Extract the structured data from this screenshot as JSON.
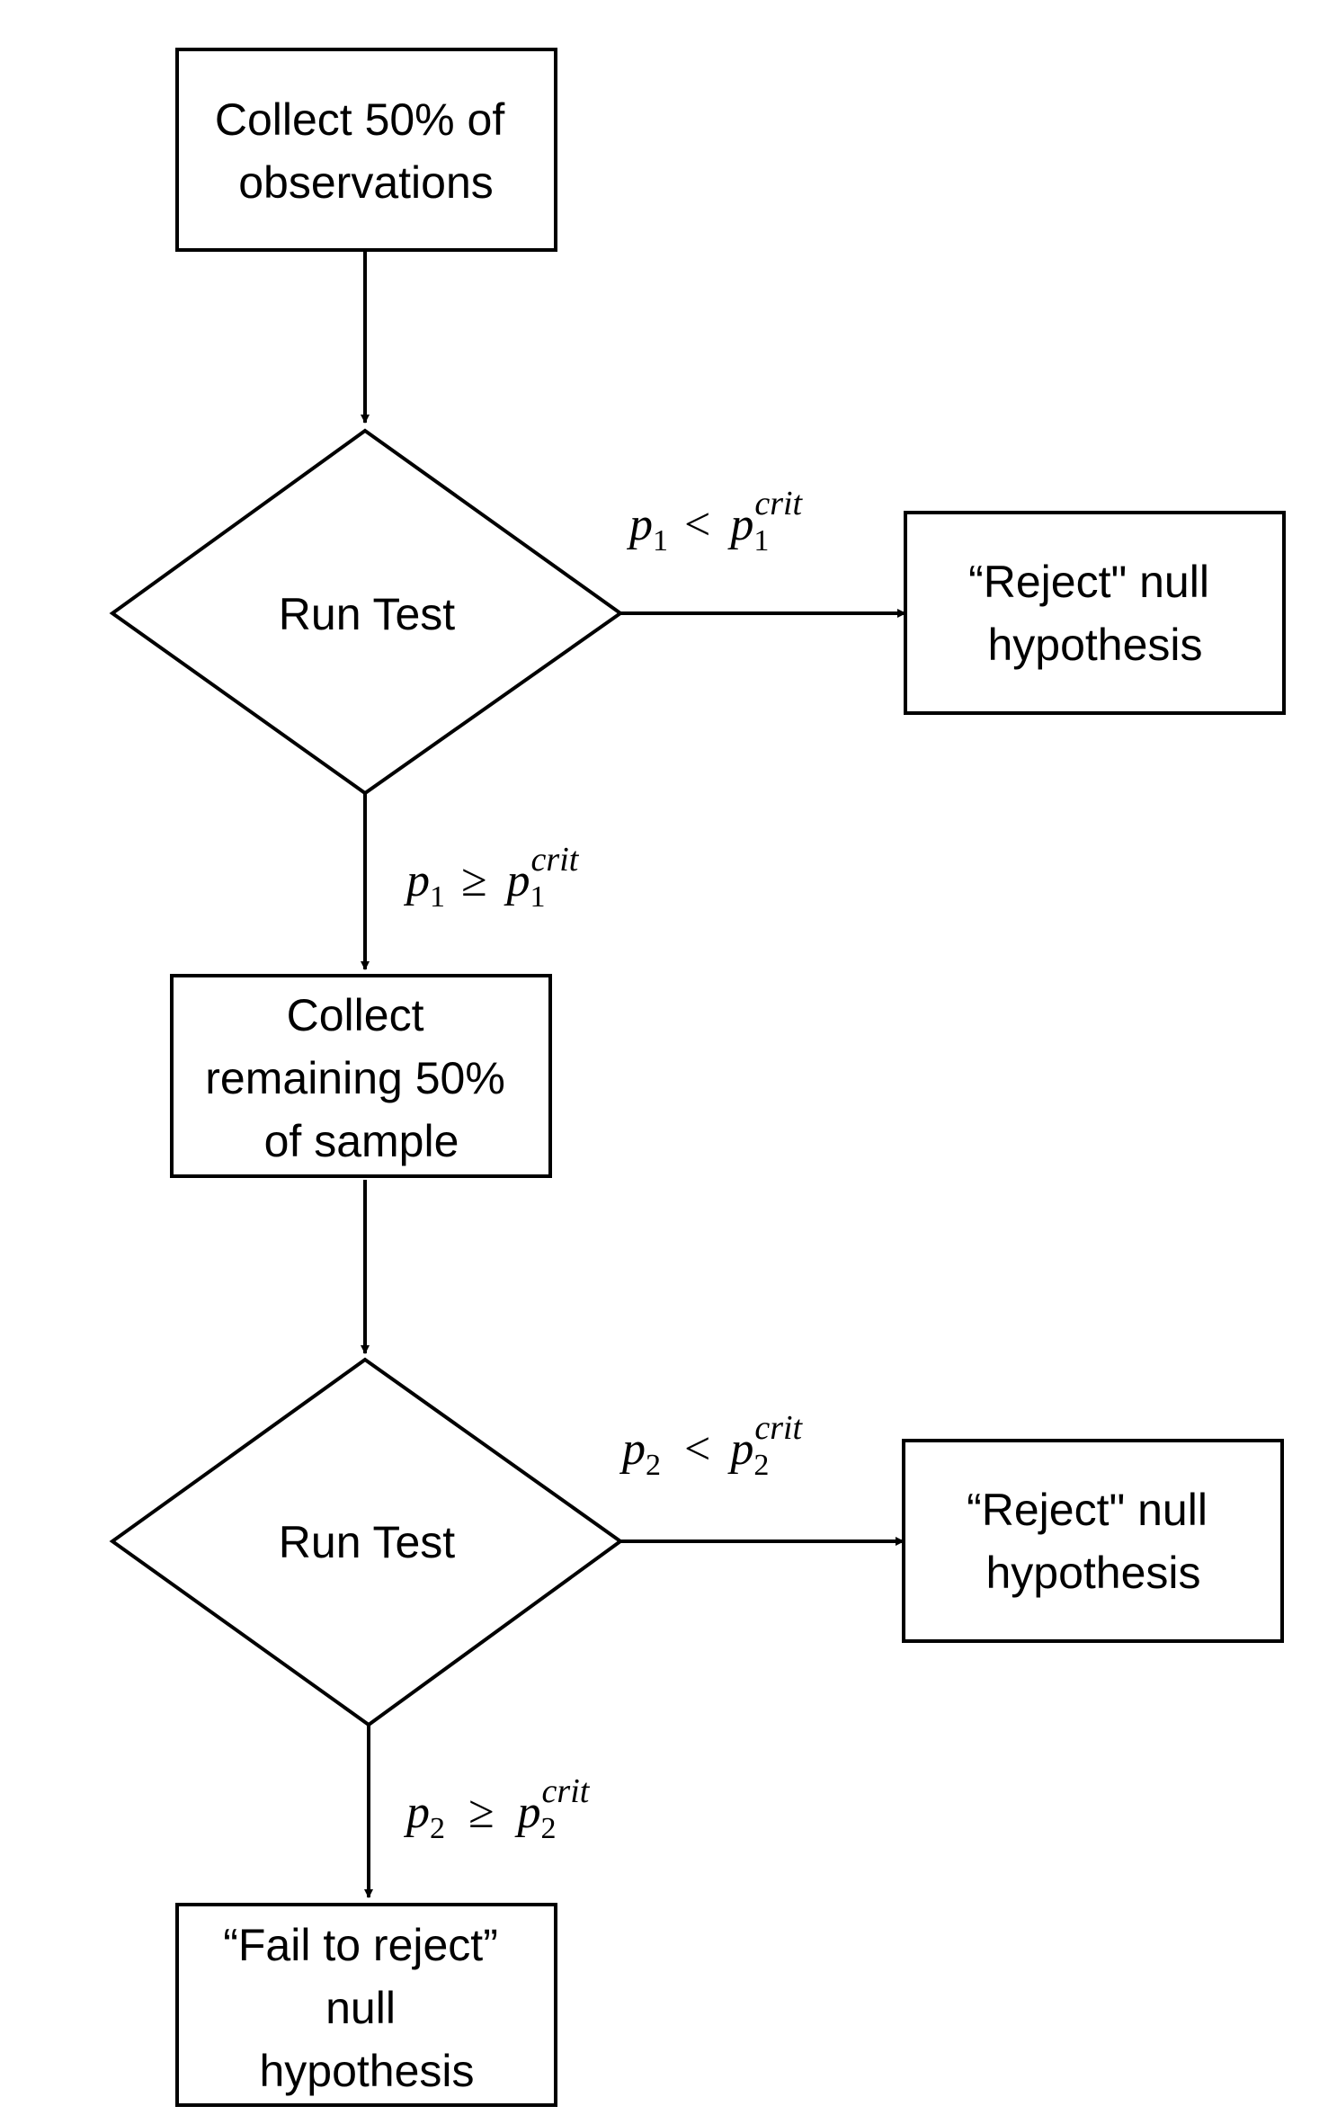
{
  "nodes": {
    "collect_first": {
      "lines": [
        "Collect 50% of",
        "observations"
      ]
    },
    "run_test_1": {
      "lines": [
        "Run Test"
      ]
    },
    "reject_1": {
      "lines": [
        "“Reject\" null",
        "hypothesis"
      ]
    },
    "collect_remaining": {
      "lines": [
        "Collect",
        "remaining 50%",
        "of sample"
      ]
    },
    "run_test_2": {
      "lines": [
        "Run Test"
      ]
    },
    "reject_2": {
      "lines": [
        "“Reject\" null",
        "hypothesis"
      ]
    },
    "fail_to_reject": {
      "lines": [
        "“Fail to reject”",
        "null",
        "hypothesis"
      ]
    }
  },
  "conditions": {
    "test1_reject": {
      "var": "p",
      "sub": "1",
      "op": "<",
      "crit_var": "p",
      "crit_sub": "1",
      "crit_sup": "crit"
    },
    "test1_continue": {
      "var": "p",
      "sub": "1",
      "op": "≥",
      "crit_var": "p",
      "crit_sub": "1",
      "crit_sup": "crit"
    },
    "test2_reject": {
      "var": "p",
      "sub": "2",
      "op": "<",
      "crit_var": "p",
      "crit_sub": "2",
      "crit_sup": "crit"
    },
    "test2_fail": {
      "var": "p",
      "sub": "2",
      "op": "≥",
      "crit_var": "p",
      "crit_sub": "2",
      "crit_sup": "crit"
    }
  }
}
